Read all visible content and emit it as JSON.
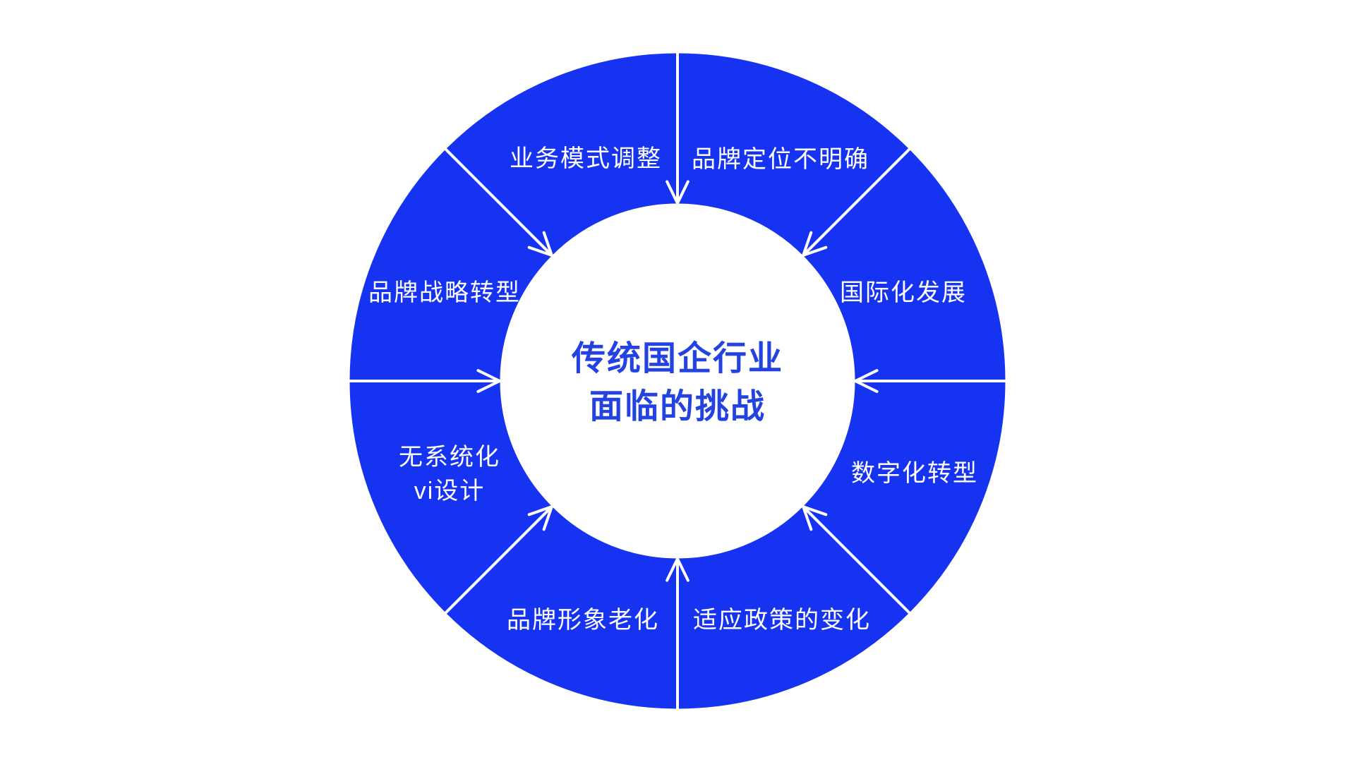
{
  "diagram": {
    "type": "circular-challenge-wheel",
    "center_title": {
      "line1": "传统国企行业",
      "line2": "面临的挑战"
    },
    "sectors": {
      "top_left": "业务模式调整",
      "top_right": "品牌定位不明确",
      "right_upper": "国际化发展",
      "right_lower": "数字化转型",
      "bottom_right": "适应政策的变化",
      "bottom_left": "品牌形象老化",
      "left_lower_line1": "无系统化",
      "left_lower_line2": "vi设计",
      "left_upper": "品牌战略转型"
    },
    "arrows": {
      "style": "inward-pointing-open-v",
      "count": 8,
      "positions_deg": [
        90,
        45,
        0,
        315,
        270,
        225,
        180,
        135
      ]
    },
    "colors": {
      "ring": "#1733F2",
      "center_text": "#2342E2",
      "arrow_and_label": "#FFFFFF",
      "background": "#FFFFFF"
    }
  }
}
